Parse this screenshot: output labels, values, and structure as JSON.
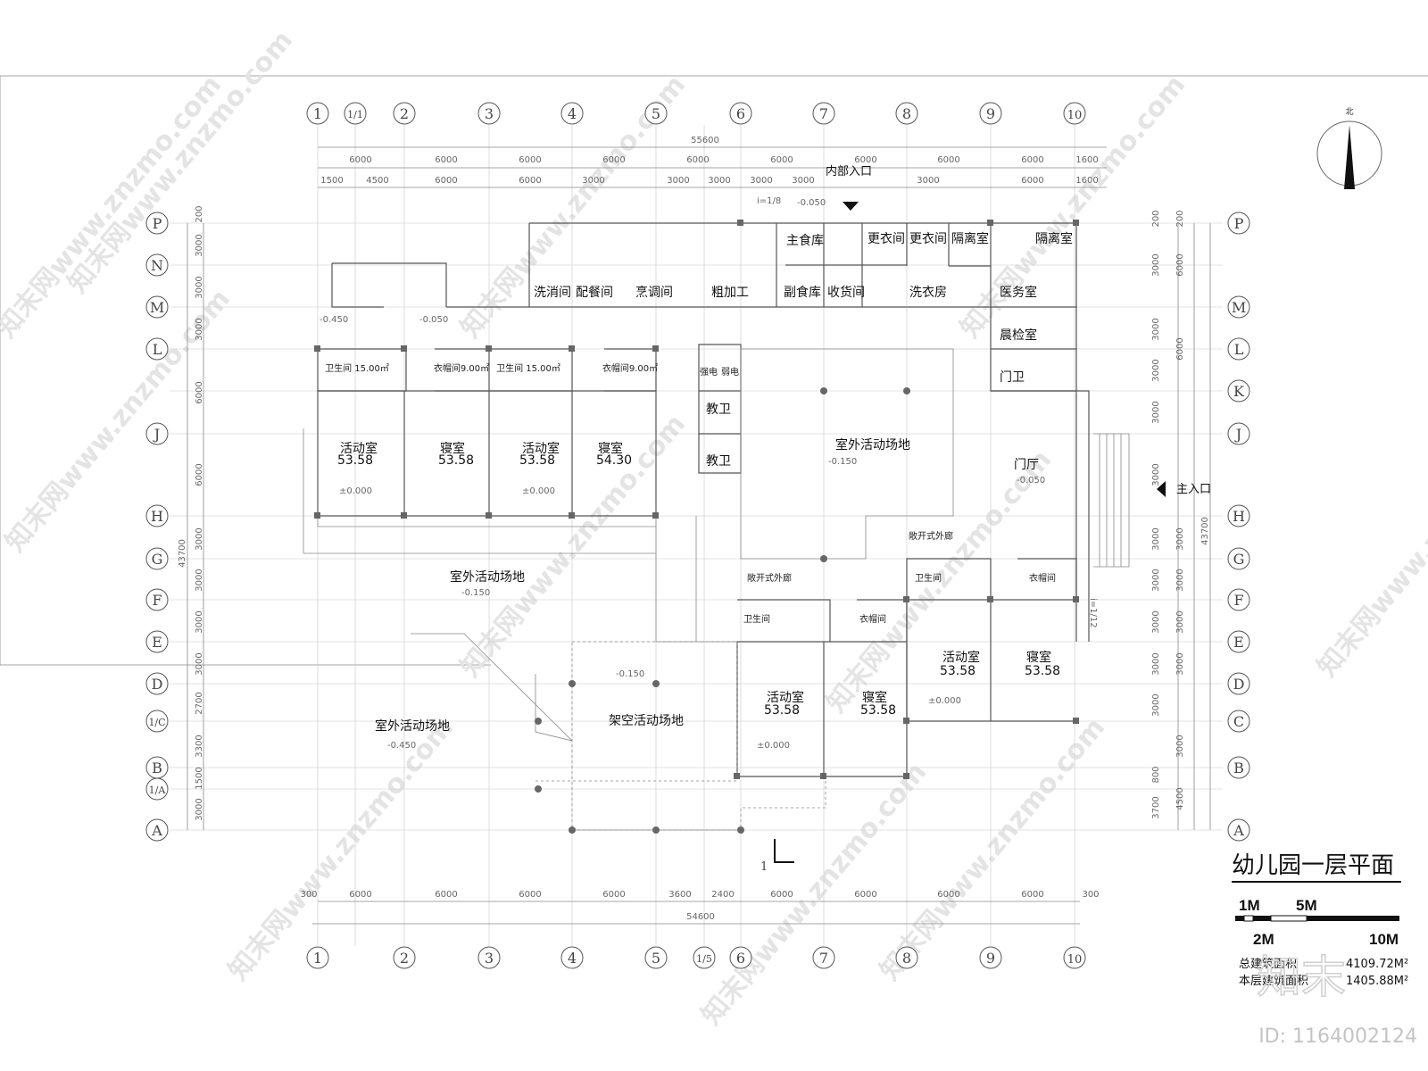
{
  "grid_cols_top": [
    "1",
    "1/1",
    "2",
    "3",
    "4",
    "5",
    "6",
    "7",
    "8",
    "9",
    "10"
  ],
  "grid_cols_bottom": [
    "1",
    "2",
    "3",
    "4",
    "5",
    "1/5",
    "6",
    "7",
    "8",
    "9",
    "10"
  ],
  "grid_rows_left": [
    "P",
    "N",
    "M",
    "L",
    "J",
    "H",
    "G",
    "F",
    "E",
    "D",
    "1/C",
    "B",
    "1/A",
    "A"
  ],
  "grid_rows_right": [
    "P",
    "M",
    "L",
    "K",
    "J",
    "H",
    "G",
    "F",
    "E",
    "D",
    "C",
    "B",
    "A"
  ],
  "dims": {
    "top_total": "55600",
    "top_row1": [
      "6000",
      "6000",
      "6000",
      "6000",
      "6000",
      "6000",
      "6000",
      "6000",
      "6000",
      "1600"
    ],
    "top_row2": [
      "1500",
      "4500",
      "6000",
      "6000",
      "3000",
      "3000",
      "3000",
      "3000",
      "3000",
      "3000",
      "6000",
      "1600"
    ],
    "bottom_row1": [
      "300",
      "6000",
      "6000",
      "6000",
      "6000",
      "3600",
      "2400",
      "6000",
      "6000",
      "6000",
      "6000",
      "300"
    ],
    "bottom_total": "54600",
    "left_total": "43700",
    "left": [
      "200",
      "3000",
      "3000",
      "3000",
      "6000",
      "6000",
      "3000",
      "3000",
      "3000",
      "3000",
      "2700",
      "3300",
      "1500",
      "3000"
    ],
    "right_total": "43700",
    "right_a": [
      "200",
      "3000",
      "3000",
      "3000",
      "3000",
      "3000",
      "3000",
      "3000",
      "3000",
      "3000",
      "3000",
      "800",
      "3700"
    ],
    "right_b": [
      "200",
      "6000",
      "6000",
      "3000",
      "3000",
      "3000",
      "3000",
      "3000",
      "4500"
    ]
  },
  "rooms": {
    "r_zsk": "主食库",
    "r_gyj1": "更衣间",
    "r_gyj2": "更衣间",
    "r_glsa": "隔离室",
    "r_glsb": "隔离室",
    "r_xxj": "洗消间",
    "r_pcj": "配餐间",
    "r_ptj": "烹调间",
    "r_cjg": "粗加工",
    "r_fsk": "副食库",
    "r_shj": "收货间",
    "r_xyf": "洗衣房",
    "r_yws": "医务室",
    "r_cjs": "晨检室",
    "r_mw": "门卫",
    "r_mt": "门厅",
    "r_qd": "强电",
    "r_rd": "弱电",
    "r_jw1": "教卫",
    "r_jw2": "教卫",
    "r_wsj1": "卫生间  15.00㎡",
    "r_ymj1": "衣帽间9.00㎡",
    "r_wsj2": "卫生间  15.00㎡",
    "r_ymj2": "衣帽间9.00㎡",
    "r_hds1": "活动室",
    "r_hds1a": "53.58",
    "r_qs1": "寝室",
    "r_qs1a": "53.58",
    "r_hds2": "活动室",
    "r_hds2a": "53.58",
    "r_qs2": "寝室",
    "r_qs2a": "54.30",
    "r_swc1": "室外活动场地",
    "r_swc2": "室外活动场地",
    "r_swc3": "室外活动场地",
    "r_cwl1": "敞开式外廊",
    "r_cwl2": "敞开式外廊",
    "r_wsj3": "卫生间",
    "r_ymj3": "衣帽间",
    "r_wsj4": "卫生间",
    "r_ymj4": "衣帽间",
    "r_hds3": "活动室",
    "r_hds3a": "53.58",
    "r_qs3": "寝室",
    "r_qs3a": "53.58",
    "r_hds4": "活动室",
    "r_hds4a": "53.58",
    "r_qs4": "寝室",
    "r_qs4a": "53.58",
    "r_jk": "架空活动场地"
  },
  "levels": {
    "l1": "-0.050",
    "l2": "-0.450",
    "l3": "-0.050",
    "l4": "±0.000",
    "l5": "±0.000",
    "l6": "-0.150",
    "l7": "-0.050",
    "l8": "-0.150",
    "l9": "-0.150",
    "l10": "±0.000",
    "l11": "±0.000",
    "l12": "-0.450",
    "l13": "i=1/8",
    "l14": "i=1/12"
  },
  "entrances": {
    "internal": "内部入口",
    "main": "主入口"
  },
  "north": "北",
  "section_mark": "1",
  "title": "幼儿园一层平面",
  "scale": {
    "s1": "1M",
    "s5": "5M",
    "s2": "2M",
    "s10": "10M"
  },
  "area": {
    "total_label": "总建筑面积",
    "total_value": "4109.72M²",
    "floor_label": "本层建筑面积",
    "floor_value": "1405.88M²"
  },
  "watermark": "知末网www.znzmo.com",
  "brand": "知末",
  "image_id": "ID: 1164002124"
}
